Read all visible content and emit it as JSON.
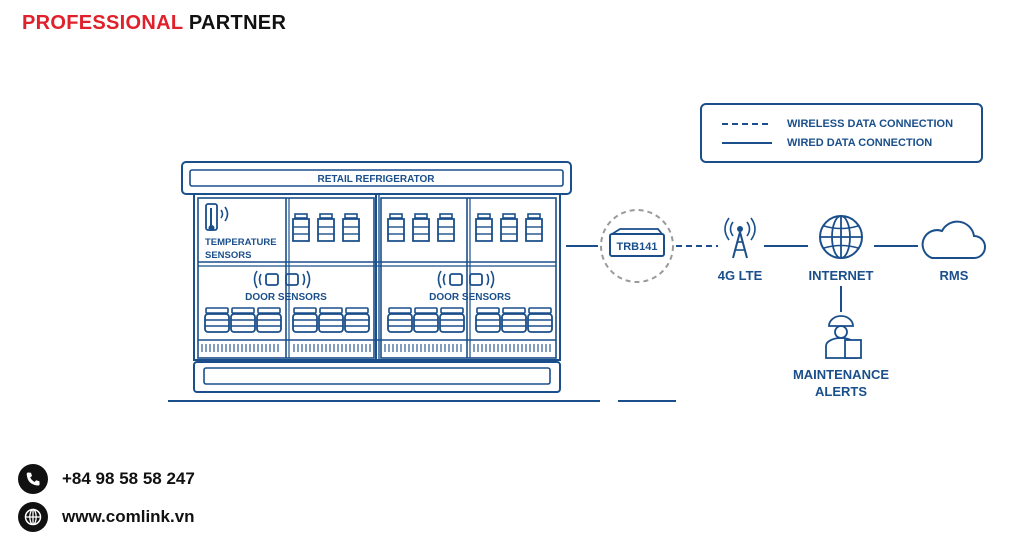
{
  "header": {
    "brand_red": "PROFESSIONAL",
    "brand_dark": "PARTNER"
  },
  "legend": {
    "wireless": "WIRELESS DATA CONNECTION",
    "wired": "WIRED DATA CONNECTION"
  },
  "diagram": {
    "fridge_title": "RETAIL REFRIGERATOR",
    "temp_sensors_line1": "TEMPERATURE",
    "temp_sensors_line2": "SENSORS",
    "door_sensors_left": "DOOR SENSORS",
    "door_sensors_right": "DOOR SENSORS",
    "router": "TRB141",
    "lte": "4G LTE",
    "internet": "INTERNET",
    "rms": "RMS",
    "alerts_line1": "MAINTENANCE",
    "alerts_line2": "ALERTS"
  },
  "contact": {
    "phone": "+84 98 58 58 247",
    "website": "www.comlink.vn"
  },
  "colors": {
    "line": "#1a4f8b",
    "brand_red": "#e0202a",
    "router_ring": "#9a9a9a"
  },
  "icons": [
    "thermometer-icon",
    "door-sensor-icon",
    "router-icon",
    "cell-tower-icon",
    "globe-icon",
    "cloud-icon",
    "maintenance-worker-icon",
    "phone-icon",
    "globe-icon"
  ]
}
